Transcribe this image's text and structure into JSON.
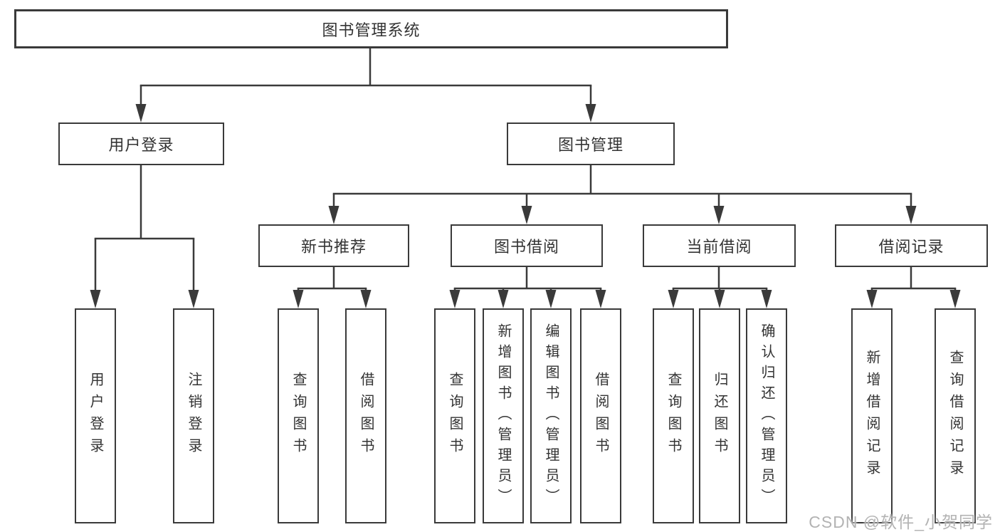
{
  "diagram": {
    "root": {
      "label": "图书管理系统"
    },
    "level2": [
      {
        "label": "用户登录"
      },
      {
        "label": "图书管理"
      }
    ],
    "level3": [
      {
        "label": "新书推荐"
      },
      {
        "label": "图书借阅"
      },
      {
        "label": "当前借阅"
      },
      {
        "label": "借阅记录"
      }
    ],
    "leaves": {
      "login": [
        "用户登录",
        "注销登录"
      ],
      "new_books": [
        "查询图书",
        "借阅图书"
      ],
      "borrow": [
        "查询图书",
        "新增图书（管理员）",
        "编辑图书（管理员）",
        "借阅图书"
      ],
      "current": [
        "查询图书",
        "归还图书",
        "确认归还（管理员）"
      ],
      "records": [
        "新增借阅记录",
        "查询借阅记录"
      ]
    }
  },
  "watermark": {
    "text": "CSDN @软件_小贺同学"
  },
  "colors": {
    "line": "#3a3a3a",
    "text": "#333333",
    "watermark": "#b3b3b3",
    "background": "#ffffff"
  }
}
